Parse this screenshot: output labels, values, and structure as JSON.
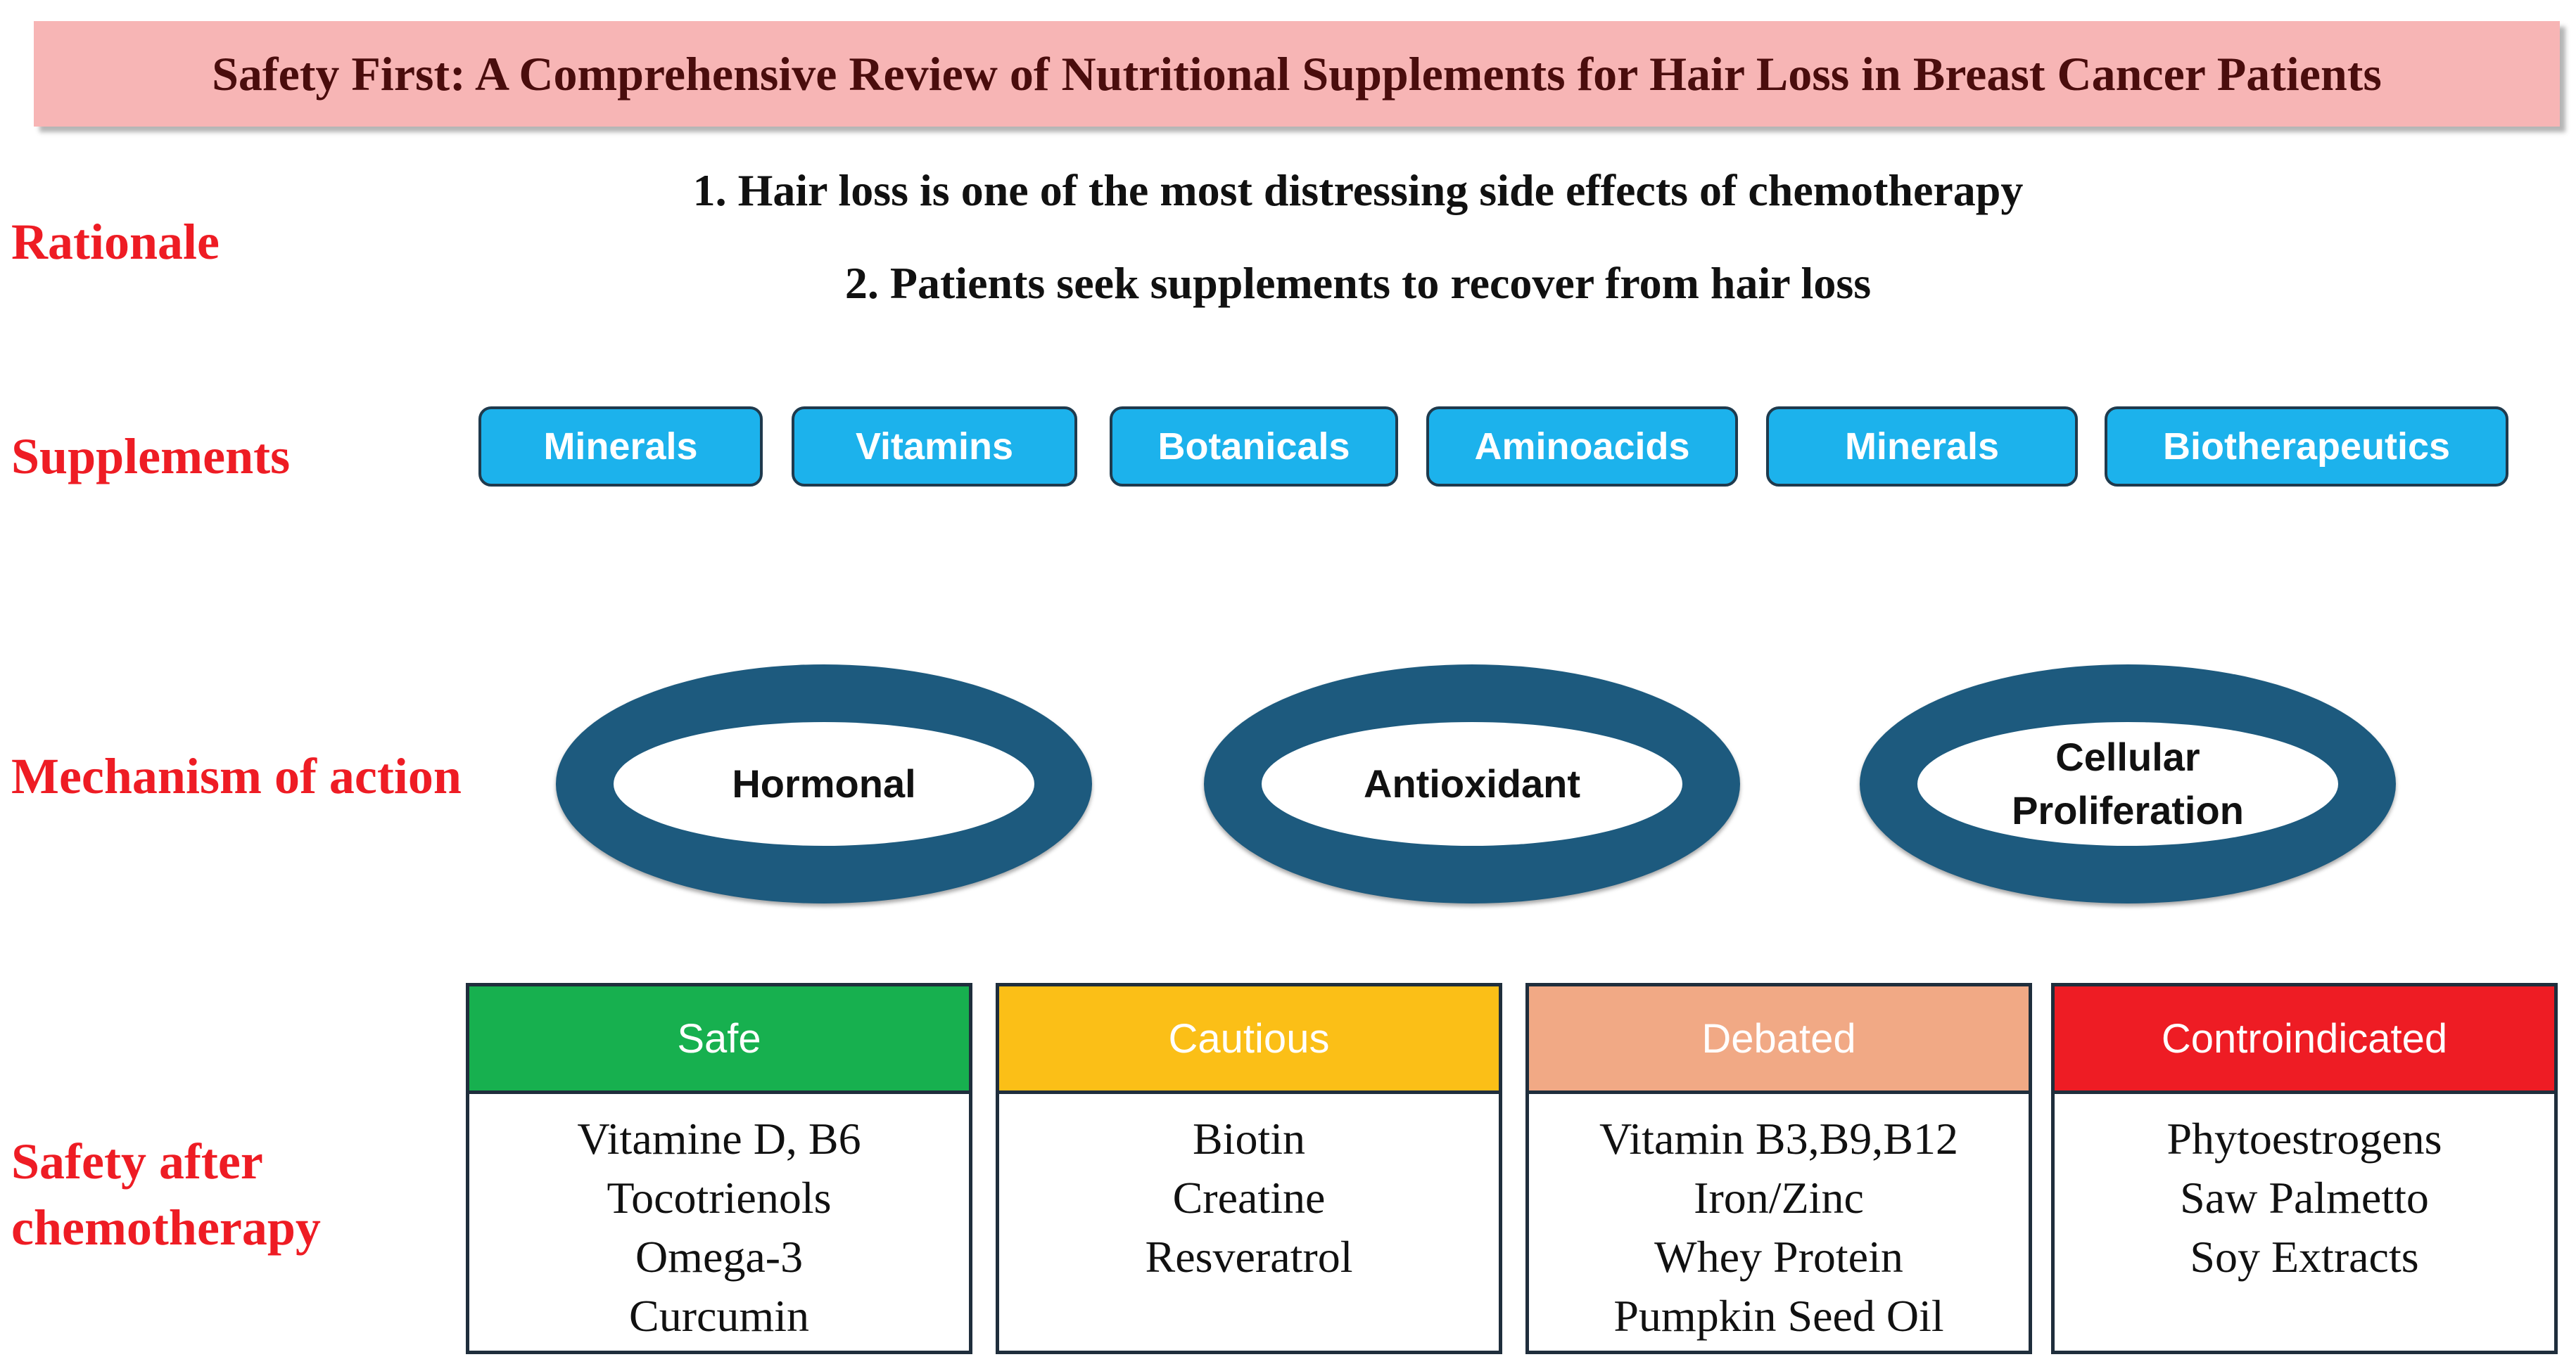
{
  "title": "Safety First: A Comprehensive Review of Nutritional Supplements for Hair Loss in Breast Cancer Patients",
  "labels": {
    "rationale": "Rationale",
    "supplements": "Supplements",
    "mechanism": "Mechanism of action",
    "safety_line1": "Safety after",
    "safety_line2": "chemotherapy"
  },
  "rationale": {
    "point1": "1. Hair loss is one of the most distressing side effects of chemotherapy",
    "point2": "2. Patients seek supplements to recover from hair loss"
  },
  "supplements": [
    "Minerals",
    "Vitamins",
    "Botanicals",
    "Aminoacids",
    "Minerals",
    "Biotherapeutics"
  ],
  "mechanisms": {
    "m1": "Hormonal",
    "m2": "Antioxidant",
    "m3_line1": "Cellular",
    "m3_line2": "Proliferation"
  },
  "safety": [
    {
      "header": "Safe",
      "color": "#17b04f",
      "items": [
        "Vitamine D, B6",
        "Tocotrienols",
        "Omega-3",
        "Curcumin"
      ]
    },
    {
      "header": "Cautious",
      "color": "#fbbf17",
      "items": [
        "Biotin",
        "Creatine",
        "Resveratrol"
      ]
    },
    {
      "header": "Debated",
      "color": "#f1a985",
      "items": [
        "Vitamin B3,B9,B12",
        "Iron/Zinc",
        "Whey Protein",
        "Pumpkin Seed Oil"
      ]
    },
    {
      "header": "Controindicated",
      "color": "#ee1c24",
      "items": [
        "Phytoestrogens",
        "Saw Palmetto",
        "Soy Extracts"
      ]
    }
  ]
}
